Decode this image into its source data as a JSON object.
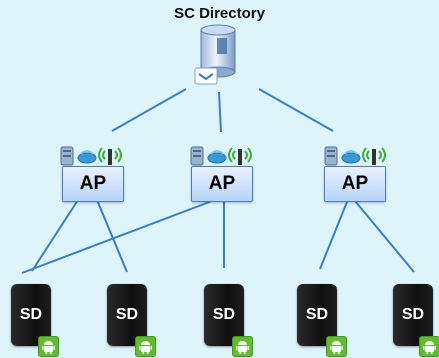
{
  "diagram": {
    "title": "SC Directory",
    "directory_icon": "database-server-icon",
    "access_points": [
      {
        "label": "AP",
        "icons": [
          "server-icon",
          "wifi-router-icon",
          "antenna-icon"
        ]
      },
      {
        "label": "AP",
        "icons": [
          "server-icon",
          "wifi-router-icon",
          "antenna-icon"
        ]
      },
      {
        "label": "AP",
        "icons": [
          "server-icon",
          "wifi-router-icon",
          "antenna-icon"
        ]
      }
    ],
    "devices": [
      {
        "label": "SD",
        "icon": "android-icon"
      },
      {
        "label": "SD",
        "icon": "android-icon"
      },
      {
        "label": "SD",
        "icon": "android-icon"
      },
      {
        "label": "SD",
        "icon": "android-icon"
      },
      {
        "label": "SD",
        "icon": "android-icon"
      }
    ],
    "links": [
      [
        "directory",
        "ap0"
      ],
      [
        "directory",
        "ap1"
      ],
      [
        "directory",
        "ap2"
      ],
      [
        "ap0",
        "sd0"
      ],
      [
        "ap0",
        "sd1"
      ],
      [
        "ap1",
        "sd0"
      ],
      [
        "ap1",
        "sd2"
      ],
      [
        "ap2",
        "sd3"
      ],
      [
        "ap2",
        "sd4"
      ]
    ],
    "colors": {
      "background": "#ddf4fb",
      "line": "#3a7dc9",
      "ap_border": "#4c7fc2",
      "device": "#1a1a1a",
      "android_badge": "#5ebf2a"
    }
  }
}
